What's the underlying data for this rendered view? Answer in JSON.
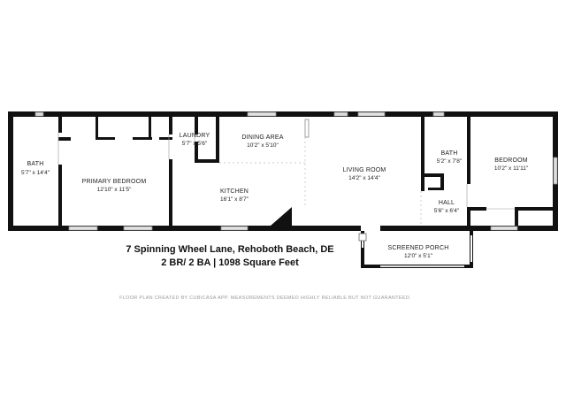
{
  "rooms": {
    "bath1": {
      "name": "BATH",
      "dim": "5'7\" x 14'4\""
    },
    "primary_bedroom": {
      "name": "PRIMARY BEDROOM",
      "dim": "12'10\" x 11'5\""
    },
    "laundry": {
      "name": "LAUNDRY",
      "dim": "5'7\" x 5'6\""
    },
    "dining": {
      "name": "DINING AREA",
      "dim": "10'2\" x 5'10\""
    },
    "kitchen": {
      "name": "KITCHEN",
      "dim": "16'1\" x 8'7\""
    },
    "living": {
      "name": "LIVING ROOM",
      "dim": "14'2\" x 14'4\""
    },
    "bath2": {
      "name": "BATH",
      "dim": "5'2\" x 7'8\""
    },
    "bedroom": {
      "name": "BEDROOM",
      "dim": "10'2\" x 11'11\""
    },
    "hall": {
      "name": "HALL",
      "dim": "5'6\" x 6'4\""
    },
    "porch": {
      "name": "SCREENED PORCH",
      "dim": "12'0\" x 5'1\""
    }
  },
  "property": {
    "address": "7 Spinning Wheel Lane, Rehoboth Beach, DE",
    "summary": "2 BR/ 2 BA  |  1098 Square Feet"
  },
  "footer": "FLOOR PLAN CREATED BY CUBICASA APP. MEASUREMENTS DEEMED HIGHLY RELIABLE BUT NOT GUARANTEED."
}
